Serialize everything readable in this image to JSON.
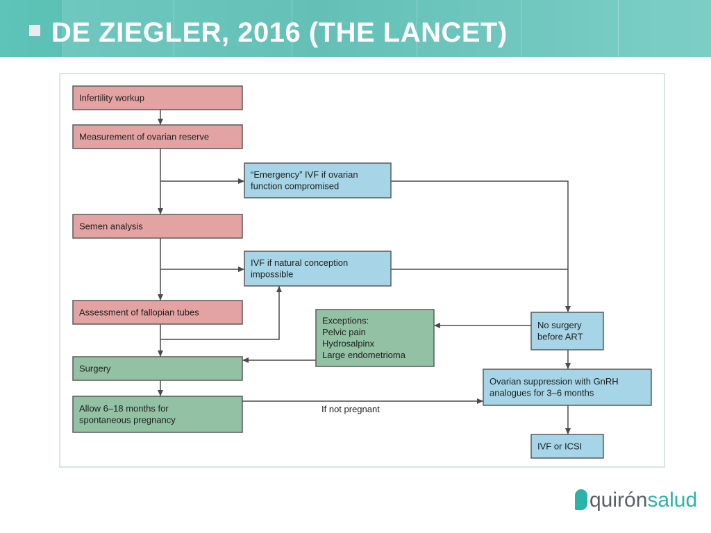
{
  "header": {
    "title": "DE ZIEGLER, 2016 (THE LANCET)"
  },
  "colors": {
    "header_band": "#56bdb3",
    "pink_fill": "#e3a3a3",
    "blue_fill": "#a5d5e6",
    "green_fill": "#93c1a4",
    "frame_border": "#d7e6df",
    "logo_teal": "#2bb3aa",
    "logo_gray": "#5a5f66"
  },
  "diagram": {
    "nodes": [
      {
        "id": "infertility",
        "lines": [
          "Infertility workup"
        ],
        "fill": "pink"
      },
      {
        "id": "ovarian_reserve",
        "lines": [
          "Measurement of ovarian reserve"
        ],
        "fill": "pink"
      },
      {
        "id": "emergency_ivf",
        "lines": [
          "“Emergency” IVF if ovarian",
          "function compromised"
        ],
        "fill": "blue"
      },
      {
        "id": "semen",
        "lines": [
          "Semen analysis"
        ],
        "fill": "pink"
      },
      {
        "id": "ivf_natural",
        "lines": [
          "IVF if natural conception",
          "impossible"
        ],
        "fill": "blue"
      },
      {
        "id": "fallopian",
        "lines": [
          "Assessment of fallopian tubes"
        ],
        "fill": "pink"
      },
      {
        "id": "exceptions",
        "lines": [
          "Exceptions:",
          "Pelvic pain",
          "Hydrosalpinx",
          "Large endometrioma"
        ],
        "fill": "green"
      },
      {
        "id": "no_surgery",
        "lines": [
          "No surgery",
          "before ART"
        ],
        "fill": "blue"
      },
      {
        "id": "surgery",
        "lines": [
          "Surgery"
        ],
        "fill": "green"
      },
      {
        "id": "ovarian_suppression",
        "lines": [
          "Ovarian suppression with GnRH",
          "analogues for 3–6 months"
        ],
        "fill": "blue"
      },
      {
        "id": "allow_months",
        "lines": [
          "Allow 6–18 months for",
          "spontaneous pregnancy"
        ],
        "fill": "green"
      },
      {
        "id": "ivf_icsi",
        "lines": [
          "IVF or ICSI"
        ],
        "fill": "blue"
      }
    ],
    "edge_labels": {
      "if_not_pregnant": "If not pregnant"
    }
  },
  "logo": {
    "part1": "quirón",
    "part2": "salud"
  }
}
